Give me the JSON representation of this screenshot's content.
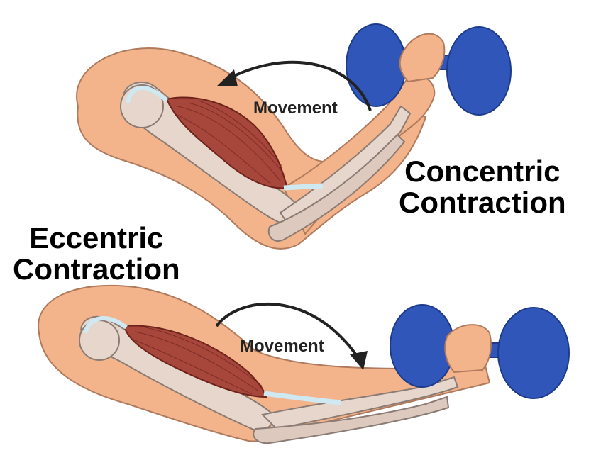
{
  "labels": {
    "concentric": {
      "line1": "Concentric",
      "line2": "Contraction"
    },
    "eccentric": {
      "line1": "Eccentric",
      "line2": "Contraction"
    },
    "movement_top": "Movement",
    "movement_bottom": "Movement"
  },
  "colors": {
    "skin": "#f3b48c",
    "skin_outline": "#b07a5c",
    "bone": "#e6d6cc",
    "bone_outline": "#8a7b74",
    "muscle": "#a7463b",
    "muscle_fiber": "#6e221c",
    "tendon": "#cfe9f3",
    "dumbbell": "#2f56b8",
    "dumbbell_dark": "#1d3b8a",
    "arrow": "#222222",
    "text": "#000000"
  }
}
